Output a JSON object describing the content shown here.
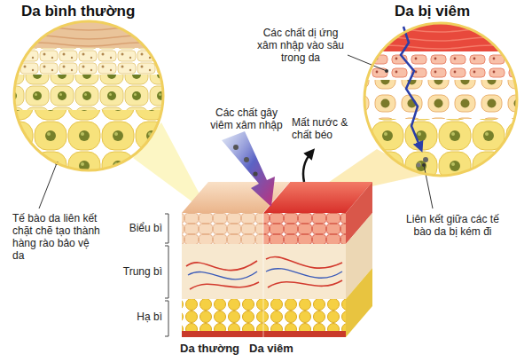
{
  "diagram": {
    "nodes": [
      {
        "text": [
          "Da bình thường"
        ]
      },
      {
        "text": [
          "Da bị viêm"
        ]
      }
    ],
    "labels": [
      "Các chất dị ứng xâm nhập vào sâu trong da",
      "Các chất gây viêm xâm nhập",
      "Mất nước & chất béo",
      "Tế bào da liên kết chặt chẽ tạo thành hàng rào bảo vệ da",
      "Biểu bì",
      "Trung bì",
      "Hạ bì",
      "Liên kết giữa các tế bào da bị kém đi",
      "Da thường",
      "Da viêm"
    ]
  }
}
